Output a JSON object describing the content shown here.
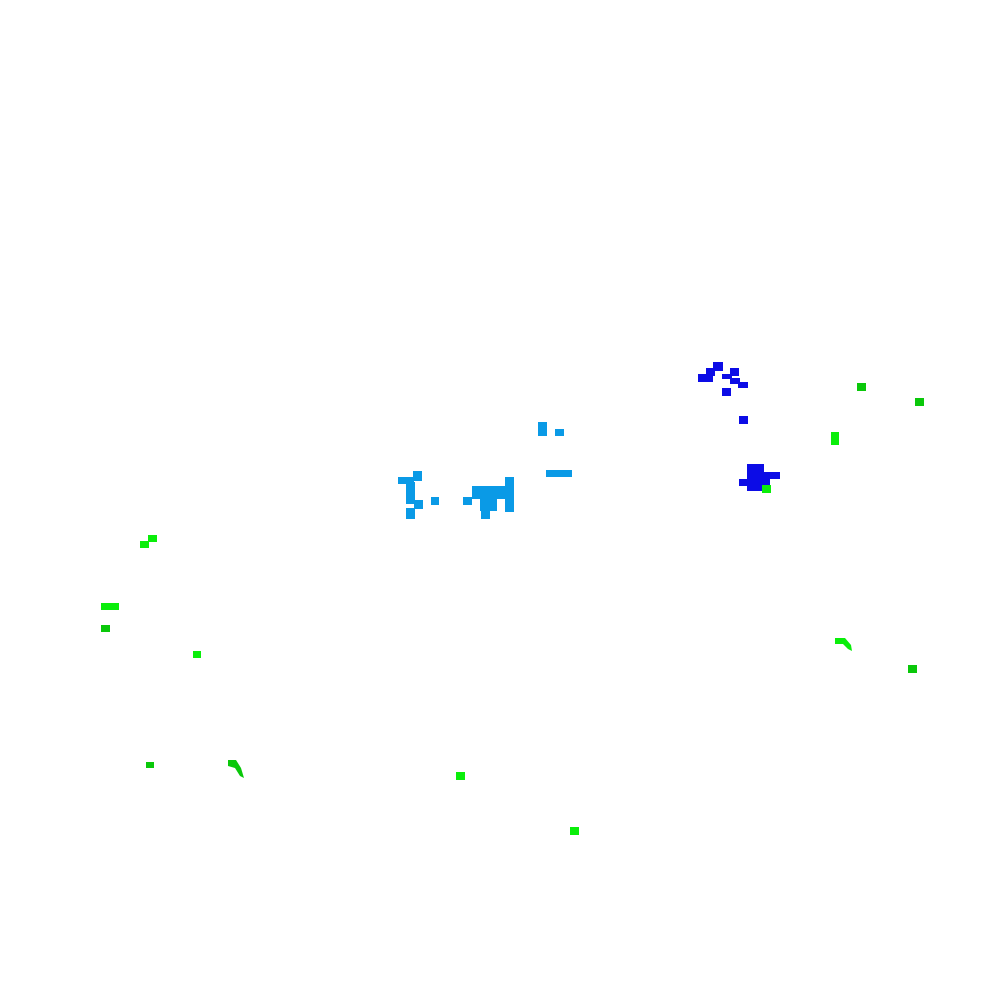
{
  "colors": {
    "background": "#ffffff",
    "sky_blue": "#0a9ae6",
    "deep_blue": "#0c0ce6",
    "bright_green": "#0aee0a",
    "dark_green": "#0ac80a"
  },
  "regions": [
    {
      "name": "sky-blue-cluster",
      "color": "sky_blue"
    },
    {
      "name": "deep-blue-cluster",
      "color": "deep_blue"
    },
    {
      "name": "bright-green-specks",
      "color": "bright_green"
    },
    {
      "name": "dark-green-specks",
      "color": "dark_green"
    }
  ]
}
